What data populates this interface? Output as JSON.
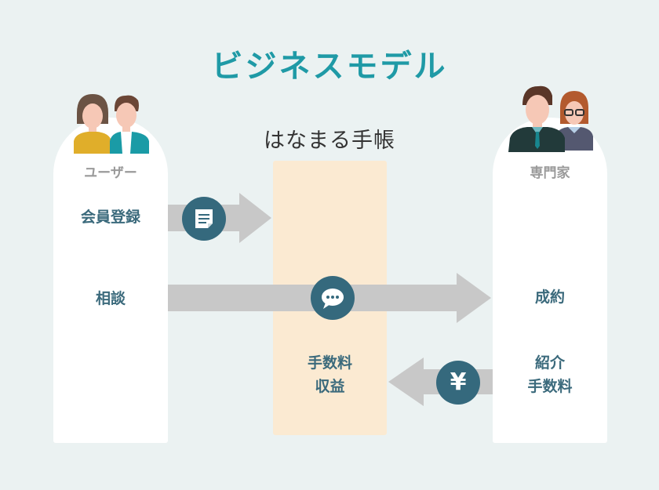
{
  "title": "ビジネスモデル",
  "brand": {
    "name": "はなまる手帳"
  },
  "columns": {
    "user": {
      "label": "ユーザー",
      "items": [
        "会員登録",
        "相談"
      ]
    },
    "center": {
      "label_line1": "手数料",
      "label_line2": "収益"
    },
    "expert": {
      "label": "専門家",
      "items": [
        "成約"
      ],
      "fee_line1": "紹介",
      "fee_line2": "手数料"
    }
  },
  "flows": [
    {
      "from": "user",
      "to": "center",
      "label": "会員登録",
      "icon": "document-icon"
    },
    {
      "from": "user",
      "to": "expert",
      "label": "相談",
      "icon": "chat-bubble-icon"
    },
    {
      "from": "expert",
      "to": "center",
      "label": "紹介手数料",
      "icon": "yen-icon"
    }
  ],
  "icons": {
    "yen_glyph": "¥"
  },
  "colors": {
    "title": "#1f9aa6",
    "text": "#3b6a7c",
    "icon_circle": "#35697d",
    "arrow": "#c8c8c8",
    "center_column": "#fbead2",
    "background": "#ebf2f2"
  }
}
